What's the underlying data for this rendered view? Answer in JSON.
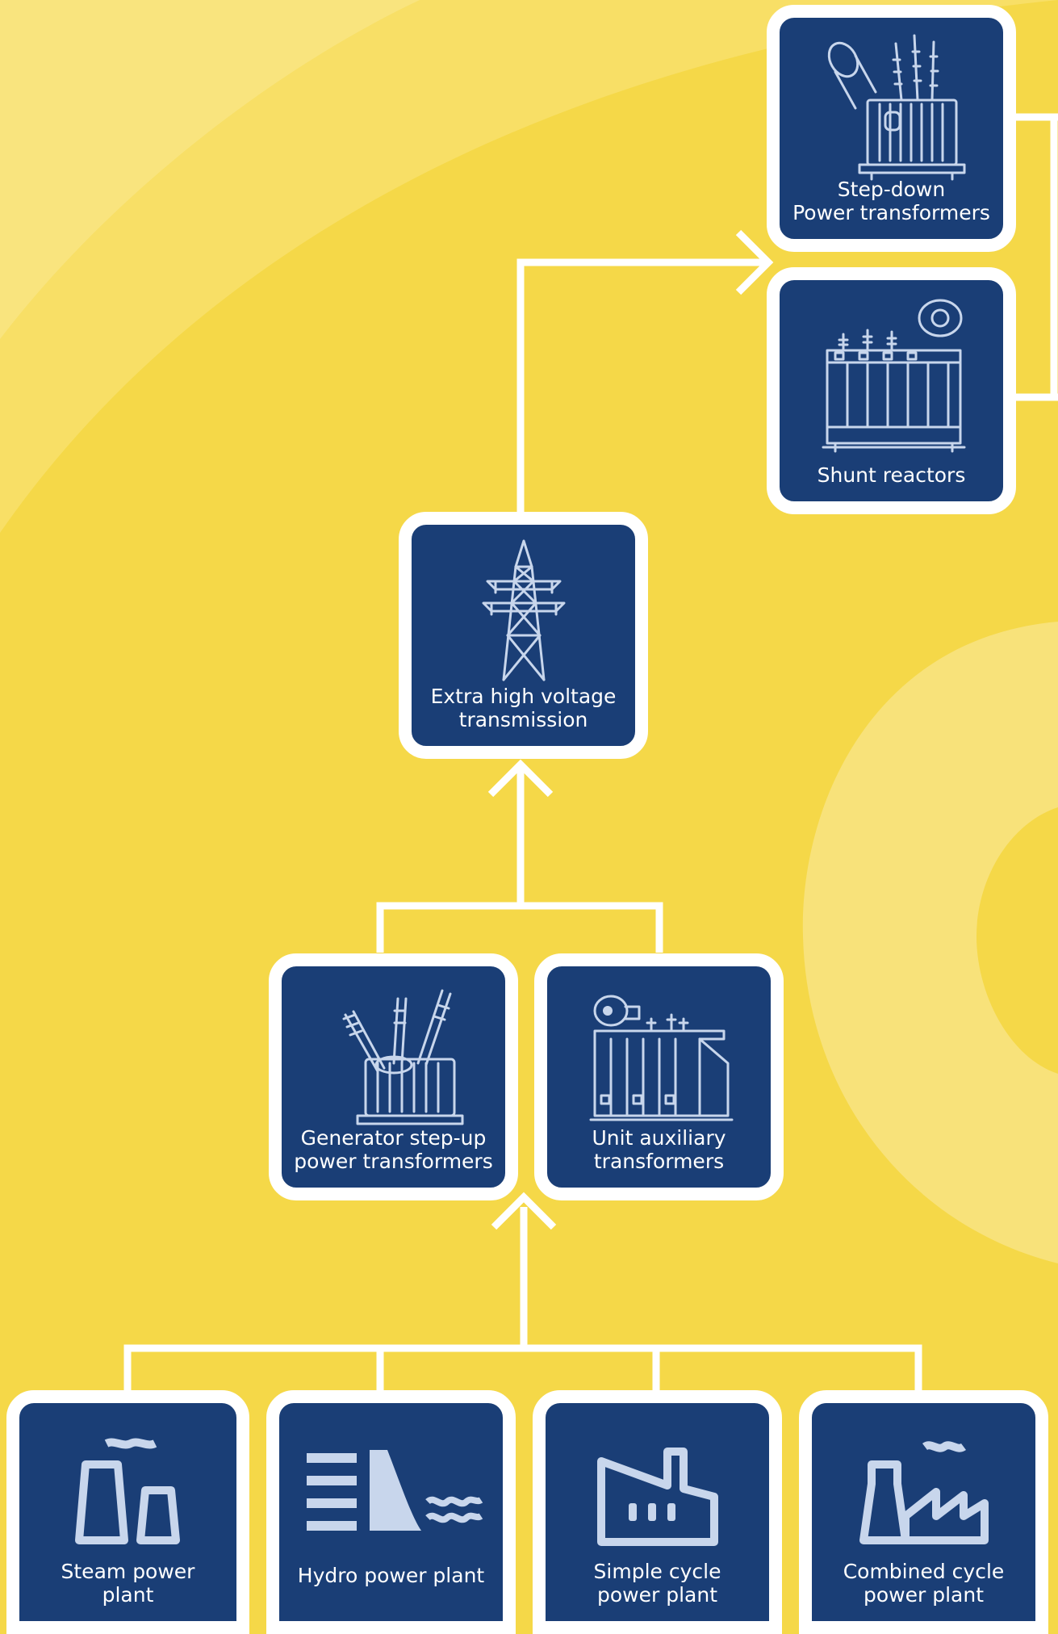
{
  "colors": {
    "background": "#f5d848",
    "box_fill": "#1a3e76",
    "box_border": "#ffffff",
    "connector": "#ffffff",
    "icon": "#c8d6ec"
  },
  "nodes": {
    "step_down": {
      "label": "Step-down\nPower transformers",
      "icon": "power-transformer-icon"
    },
    "shunt": {
      "label": "Shunt reactors",
      "icon": "shunt-reactor-icon"
    },
    "ehv": {
      "label": "Extra high voltage\ntransmission",
      "icon": "transmission-tower-icon"
    },
    "gsu": {
      "label": "Generator step-up\npower transformers",
      "icon": "generator-transformer-icon"
    },
    "uat": {
      "label": "Unit auxiliary\ntransformers",
      "icon": "auxiliary-transformer-icon"
    },
    "steam": {
      "label": "Steam power\nplant",
      "icon": "cooling-tower-icon"
    },
    "hydro": {
      "label": "Hydro power plant",
      "icon": "dam-icon"
    },
    "simple": {
      "label": "Simple cycle\npower plant",
      "icon": "factory-icon"
    },
    "combined": {
      "label": "Combined cycle\npower plant",
      "icon": "combined-plant-icon"
    }
  }
}
